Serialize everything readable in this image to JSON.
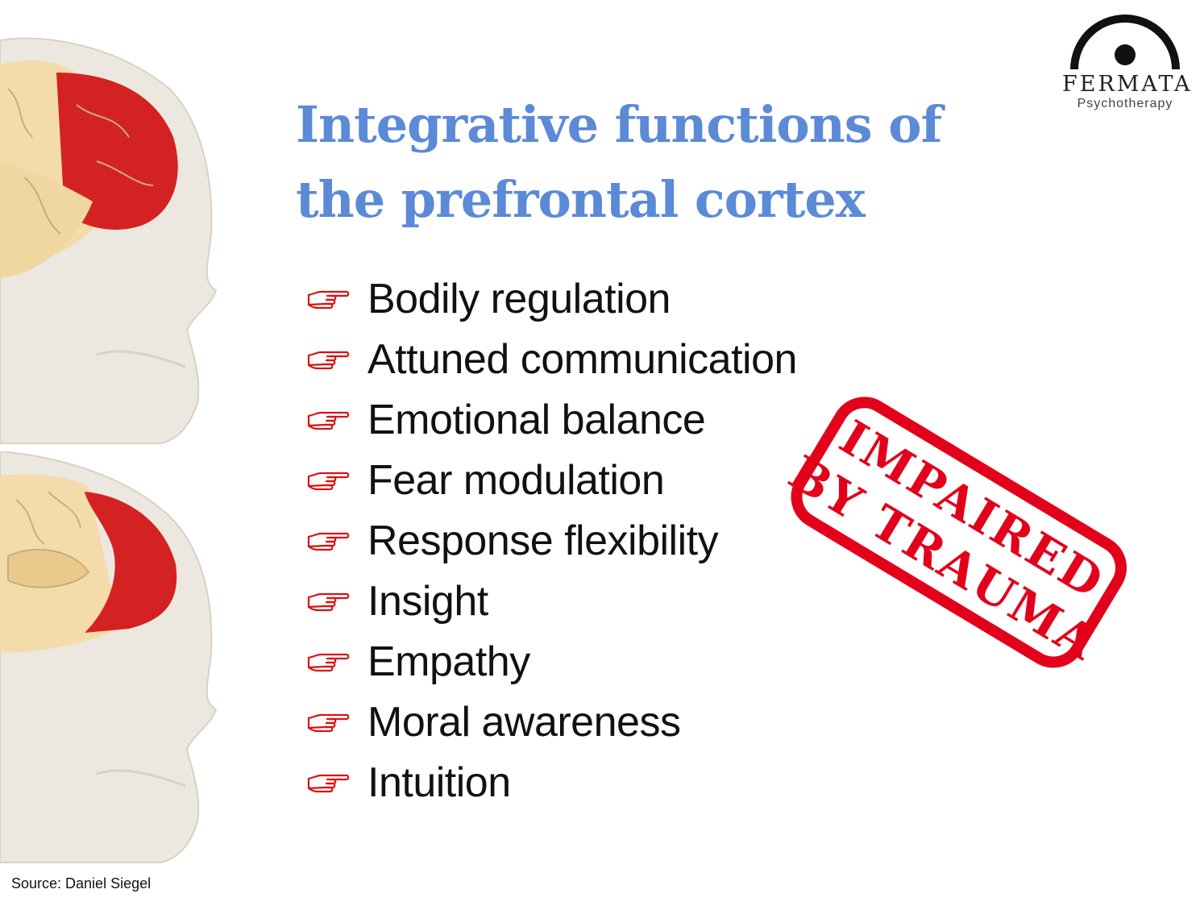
{
  "slide": {
    "title": {
      "line1": "Integrative functions of",
      "line2": "the prefrontal cortex"
    },
    "bullet_icon": "pointing-hand-icon",
    "bullets": [
      "Bodily regulation",
      "Attuned communication",
      "Emotional balance",
      "Fear modulation",
      "Response flexibility",
      "Insight",
      "Empathy",
      "Moral awareness",
      "Intuition"
    ],
    "stamp": {
      "line1": "IMPAIRED",
      "line2": "BY TRAUMA",
      "color": "#e3001b"
    },
    "source": "Source: Daniel Siegel"
  },
  "logo": {
    "name": "FERMATA",
    "subtitle": "Psychotherapy"
  },
  "colors": {
    "title": "#5b8ad6",
    "cortex_highlight": "#d42222",
    "brain": "#f2d9a6",
    "skull": "#ece8e0"
  }
}
